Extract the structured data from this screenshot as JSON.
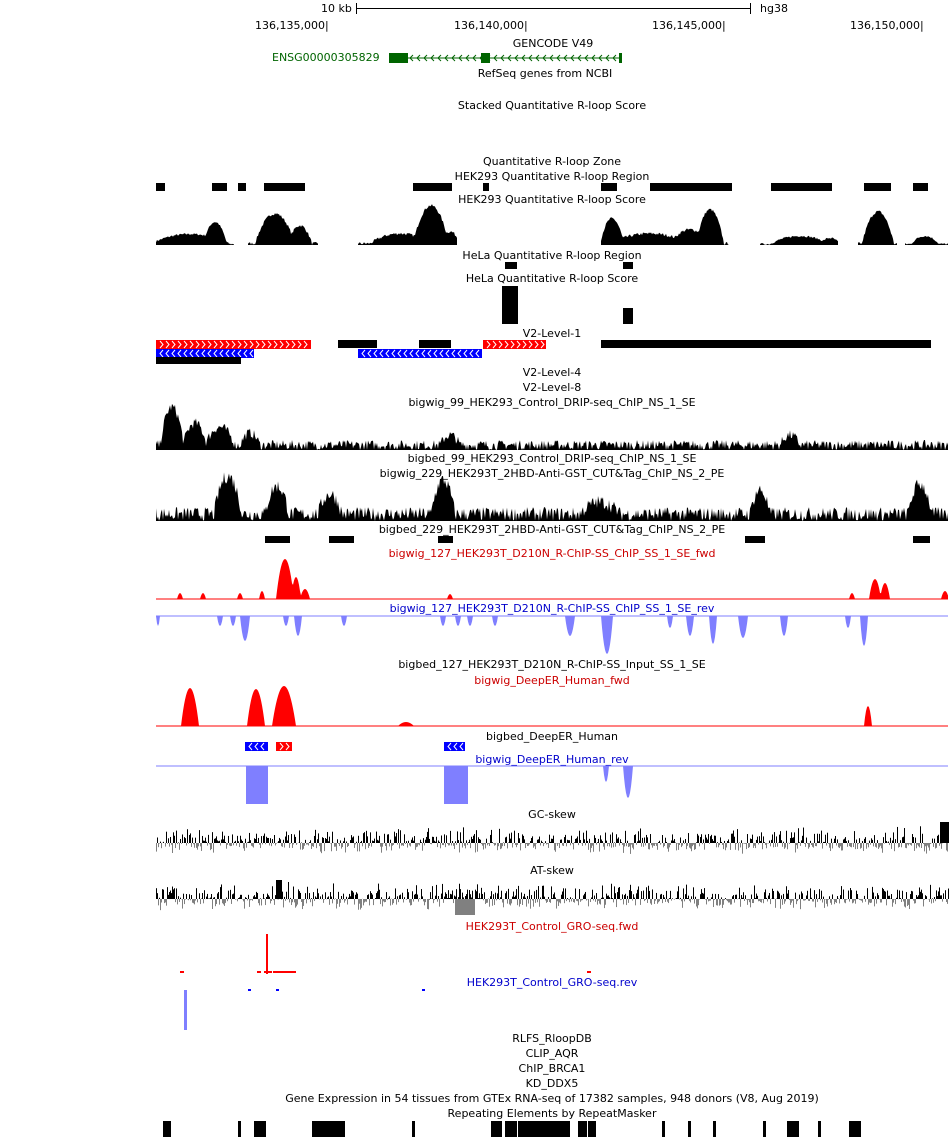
{
  "ruler": {
    "scale_label": "10 kb",
    "assembly": "hg38",
    "positions": [
      "136,135,000|",
      "136,140,000|",
      "136,145,000|",
      "136,150,000|"
    ]
  },
  "gene_tracks": {
    "gencode": {
      "title": "GENCODE V49",
      "gene": "ENSG00000305829",
      "gene_color": "#006400"
    },
    "refseq": {
      "title": "RefSeq genes from NCBI"
    }
  },
  "track_titles": {
    "stacked": "Stacked Quantitative R-loop Score",
    "zone": "Quantitative R-loop Zone",
    "hek_region": "HEK293 Quantitative R-loop Region",
    "hek_score": "HEK293 Quantitative R-loop Score",
    "hela_region": "HeLa Quantitative R-loop Region",
    "hela_score": "HeLa Quantitative R-loop Score",
    "v2_level1": "V2-Level-1",
    "v2_level4": "V2-Level-4",
    "v2_level8": "V2-Level-8",
    "drip_wig": "bigwig_99_HEK293_Control_DRIP-seq_ChIP_NS_1_SE",
    "drip_bed": "bigbed_99_HEK293_Control_DRIP-seq_ChIP_NS_1_SE",
    "cut_wig": "bigwig_229_HEK293T_2HBD-Anti-GST_CUT&Tag_ChIP_NS_2_PE",
    "cut_bed": "bigbed_229_HEK293T_2HBD-Anti-GST_CUT&Tag_ChIP_NS_2_PE",
    "rchip_fwd": "bigwig_127_HEK293T_D210N_R-ChIP-SS_ChIP_SS_1_SE_fwd",
    "rchip_rev": "bigwig_127_HEK293T_D210N_R-ChIP-SS_ChIP_SS_1_SE_rev",
    "rchip_input": "bigbed_127_HEK293T_D210N_R-ChIP-SS_Input_SS_1_SE",
    "deeper_fwd": "bigwig_DeepER_Human_fwd",
    "deeper_bed": "bigbed_DeepER_Human",
    "deeper_rev": "bigwig_DeepER_Human_rev",
    "gc_skew": "GC-skew",
    "at_skew": "AT-skew",
    "gro_fwd": "HEK293T_Control_GRO-seq.fwd",
    "gro_rev": "HEK293T_Control_GRO-seq.rev",
    "rlfs": "RLFS_RloopDB",
    "clip": "CLIP_AQR",
    "chip": "ChIP_BRCA1",
    "kd": "KD_DDX5",
    "gtex": "Gene Expression in 54 tissues from GTEx RNA-seq of 17382 samples, 948 donors (V8, Aug 2019)",
    "rmsk": "Repeating Elements by RepeatMasker"
  },
  "colors": {
    "black": "#000000",
    "red": "#ff0000",
    "blue_text": "#0000cc",
    "blue_track": "#7f7fff",
    "blue_feature": "#0000ff",
    "gray": "#808080",
    "gene_green": "#006400"
  }
}
